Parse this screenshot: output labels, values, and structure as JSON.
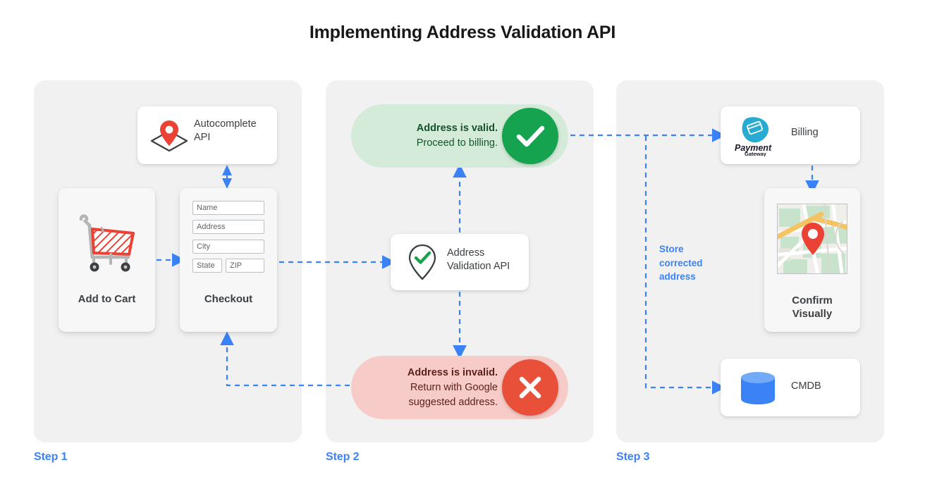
{
  "title": "Implementing Address Validation API",
  "accent_color": "#3b82f6",
  "panel_bg": "#f1f1f1",
  "steps": [
    {
      "label": "Step 1"
    },
    {
      "label": "Step 2"
    },
    {
      "label": "Step 3"
    }
  ],
  "step1": {
    "autocomplete": {
      "icon": "map-pin-diamond-icon",
      "label": "Autocomplete API",
      "line1": "Autocomplete",
      "line2": "API"
    },
    "cart": {
      "icon": "shopping-cart-icon",
      "label": "Add to Cart"
    },
    "checkout": {
      "icon": "form-icon",
      "label": "Checkout",
      "fields": [
        {
          "name": "name-field",
          "placeholder": "Name"
        },
        {
          "name": "address-field",
          "placeholder": "Address"
        },
        {
          "name": "city-field",
          "placeholder": "City"
        },
        {
          "name": "state-field",
          "placeholder": "State"
        },
        {
          "name": "zip-field",
          "placeholder": "ZIP"
        }
      ]
    }
  },
  "step2": {
    "valid": {
      "headline": "Address is valid.",
      "detail": "Proceed to billing.",
      "badge_icon": "check-icon",
      "badge_color": "#15a350",
      "pill_color": "#d3ebd8",
      "text_color": "#14532d"
    },
    "invalid": {
      "headline": "Address is invalid.",
      "detail_line1": "Return with Google",
      "detail_line2": "suggested address.",
      "badge_icon": "close-icon",
      "badge_color": "#e8503a",
      "pill_color": "#f7ccc8",
      "text_color": "#5c1f1a"
    },
    "validation_api": {
      "icon": "pin-check-icon",
      "line1": "Address",
      "line2": "Validation API"
    }
  },
  "step3": {
    "billing": {
      "icon": "payment-gateway-logo",
      "logo_name": "Payment",
      "logo_sub": "Gateway",
      "label": "Billing"
    },
    "confirm": {
      "icon": "map-thumbnail-icon",
      "line1": "Confirm",
      "line2": "Visually"
    },
    "cmdb": {
      "icon": "database-cylinder-icon",
      "label": "CMDB"
    },
    "store_caption": {
      "line1": "Store",
      "line2": "corrected",
      "line3": "address"
    }
  },
  "connectors": [
    {
      "name": "cart-to-checkout",
      "style": "dashed-arrow-right"
    },
    {
      "name": "autocomplete-checkout-bidirectional",
      "style": "dashed-double-arrow-vertical"
    },
    {
      "name": "checkout-to-validation",
      "style": "dashed-arrow-right"
    },
    {
      "name": "validation-to-valid",
      "style": "dashed-arrow-up"
    },
    {
      "name": "validation-to-invalid",
      "style": "dashed-arrow-down"
    },
    {
      "name": "invalid-to-checkout",
      "style": "dashed-arrow-left-up"
    },
    {
      "name": "valid-to-billing",
      "style": "dashed-arrow-right"
    },
    {
      "name": "billing-to-confirm",
      "style": "dashed-arrow-down"
    },
    {
      "name": "branch-to-cmdb",
      "style": "dashed-arrow-down-right"
    }
  ]
}
